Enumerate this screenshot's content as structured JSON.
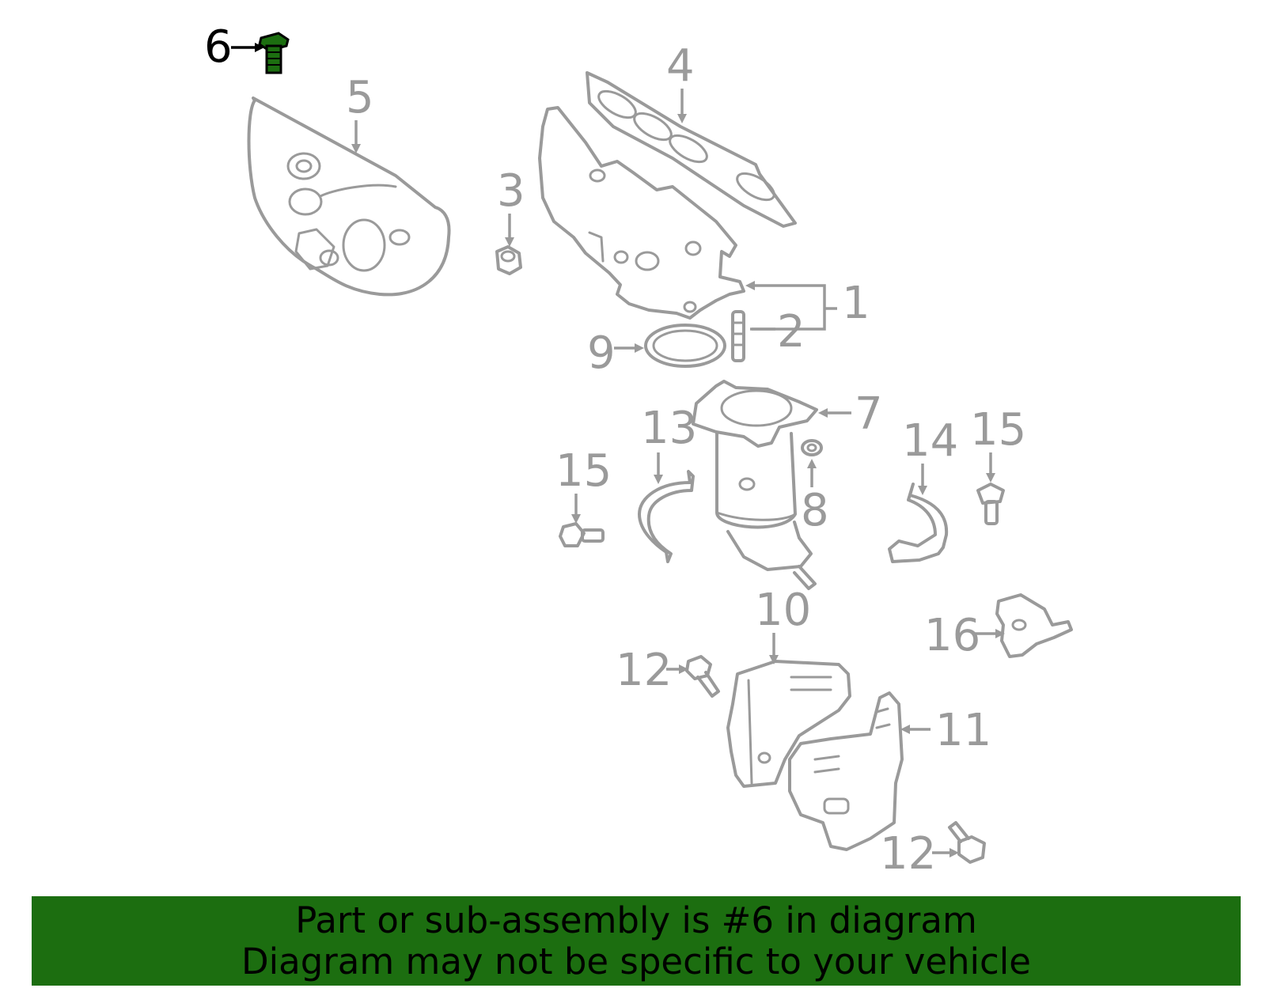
{
  "diagram": {
    "highlight_color": "#1c6e10",
    "line_color": "#9a9a9a",
    "callouts": {
      "c1": "1",
      "c2": "2",
      "c3": "3",
      "c4": "4",
      "c5": "5",
      "c6": "6",
      "c7": "7",
      "c8": "8",
      "c9": "9",
      "c10": "10",
      "c11": "11",
      "c12a": "12",
      "c12b": "12",
      "c13": "13",
      "c14": "14",
      "c15a": "15",
      "c15b": "15",
      "c16": "16"
    }
  },
  "banner": {
    "background": "#1c6e10",
    "line1": "Part or sub-assembly is #6 in diagram",
    "line2": "Diagram may not be specific to your vehicle"
  }
}
